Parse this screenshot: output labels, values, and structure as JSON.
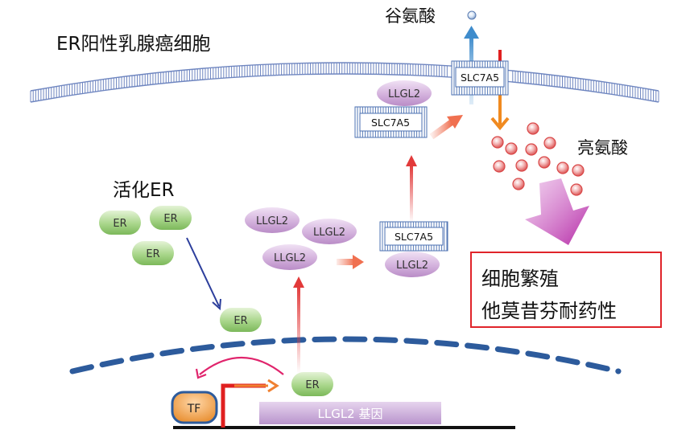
{
  "title": "ER阳性乳腺癌细胞",
  "active_er_label": "活化ER",
  "glutamine_label": "谷氨酸",
  "leucine_label": "亮氨酸",
  "er": "ER",
  "llgl2": "LLGL2",
  "slc7a5": "SLC7A5",
  "tf": "TF",
  "gene_label": "LLGL2 基因",
  "outcomes": [
    "细胞繁殖",
    "他莫昔芬耐药性"
  ],
  "colors": {
    "membrane": "#5f78b8",
    "nucleus": "#2c5aa0",
    "er_green": "#8cc46a",
    "llgl2_purple": "#c79fd1",
    "tf_orange": "#f0a050",
    "red": "#e0242a",
    "magenta": "#c03cb0",
    "gene_bar": "#c7a8d8"
  }
}
